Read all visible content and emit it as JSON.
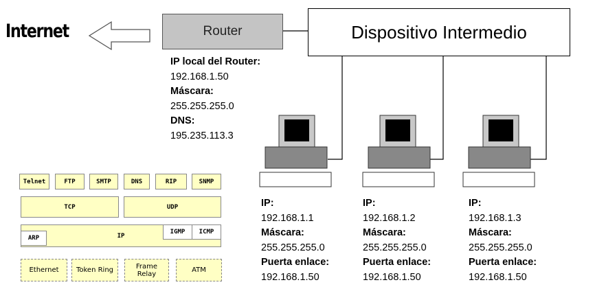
{
  "internet_label": "Internet",
  "router_label": "Router",
  "intermediate_label": "Dispositivo Intermedio",
  "router_info": {
    "ip_label": "IP local del Router:",
    "ip_value": "192.168.1.50",
    "mask_label": "Máscara:",
    "mask_value": "255.255.255.0",
    "dns_label": "DNS:",
    "dns_value": "195.235.113.3"
  },
  "computers": [
    {
      "ip_label": "IP:",
      "ip": "192.168.1.1",
      "mask_label": "Máscara:",
      "mask": "255.255.255.0",
      "gw_label": "Puerta enlace:",
      "gw": "192.168.1.50"
    },
    {
      "ip_label": "IP:",
      "ip": "192.168.1.2",
      "mask_label": "Máscara:",
      "mask": "255.255.255.0",
      "gw_label": "Puerta enlace:",
      "gw": "192.168.1.50"
    },
    {
      "ip_label": "IP:",
      "ip": "192.168.1.3",
      "mask_label": "Máscara:",
      "mask": "255.255.255.0",
      "gw_label": "Puerta enlace:",
      "gw": "192.168.1.50"
    }
  ],
  "protocol_stack": {
    "application": [
      "Telnet",
      "FTP",
      "SMTP",
      "DNS",
      "RIP",
      "SNMP"
    ],
    "transport": [
      "TCP",
      "UDP"
    ],
    "network": {
      "arp": "ARP",
      "ip": "IP",
      "igmp": "IGMP",
      "icmp": "ICMP"
    },
    "physical": [
      "Ethernet",
      "Token Ring",
      "Frame Relay",
      "ATM"
    ]
  }
}
